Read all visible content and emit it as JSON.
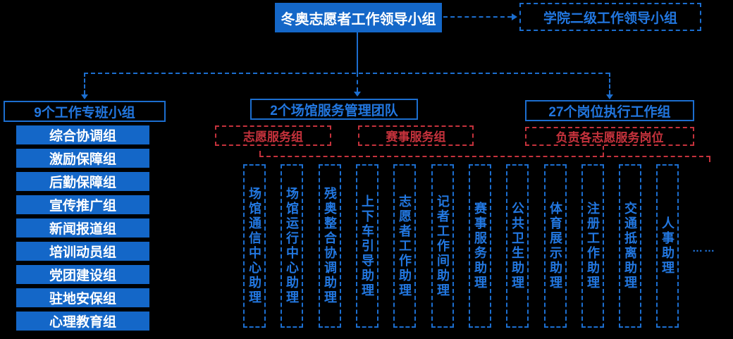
{
  "colors": {
    "bg": "#000000",
    "blue": "#1467C8",
    "blueline": "#1C6ECF",
    "bluetext": "#2277E0",
    "red": "#C5323C",
    "white": "#FFFFFF"
  },
  "chart": {
    "root": "冬奥志愿者工作领导小组",
    "secondary": "学院二级工作领导小组",
    "left": {
      "header": "9个工作专班小组",
      "items": [
        "综合协调组",
        "激励保障组",
        "后勤保障组",
        "宣传推广组",
        "新闻报道组",
        "培训动员组",
        "党团建设组",
        "驻地安保组",
        "心理教育组"
      ]
    },
    "middle": {
      "header": "2个场馆服务管理团队",
      "teams": [
        "志愿服务组",
        "赛事服务组"
      ]
    },
    "right": {
      "header": "27个岗位执行工作组",
      "note": "负责各志愿服务岗位"
    },
    "positions": [
      "场馆通信中心助理",
      "场馆运行中心助理",
      "残奥整合协调助理",
      "上下车引导助理",
      "志愿者工作助理",
      "记者工作间助理",
      "赛事服务助理",
      "公共卫生助理",
      "体育展示助理",
      "注册工作助理",
      "交通抵离助理",
      "人事助理"
    ],
    "ellipsis": "……"
  }
}
